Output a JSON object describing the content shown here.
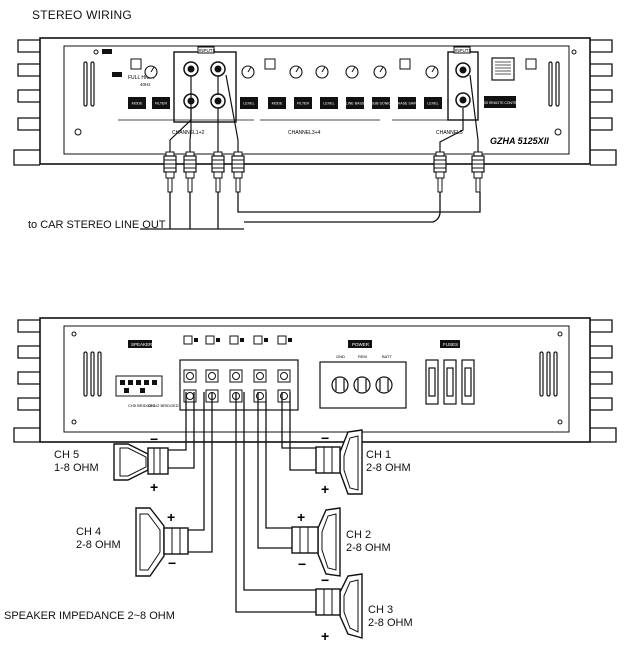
{
  "title": "STEREO WIRING",
  "stereo_label": "to CAR STEREO LINE OUT",
  "impedance_label": "SPEAKER IMPEDANCE 2~8 OHM",
  "amp_top": {
    "inputs_a": "INPUTS",
    "inputs_b": "INPUTS",
    "model": "GZHA 5125XII",
    "channel_12": "CHANNEL1+2",
    "channel_34": "CHANNEL3+4",
    "channel_5": "CHANNEL5",
    "buttons": [
      "MODE",
      "FILTER",
      "LEVEL",
      "MODE",
      "FILTER",
      "LEVEL",
      "LINE BASS",
      "SUB SONIC",
      "PHASE SHIFT",
      "LEVEL"
    ],
    "bass_remote": "BASS REMOTE CONTROL",
    "mode_switch": "FULL HIGH",
    "freq_label": "40Hz"
  },
  "amp_bottom": {
    "speaker": "SPEAKER",
    "power": "POWER",
    "fuses": "FUSES",
    "power_terms": [
      "GND",
      "REM",
      "BATT"
    ],
    "left_terms": [
      "CH5 BRIDGED",
      "CH1/2 BRIDGED"
    ]
  },
  "speakers": [
    {
      "name": "CH 5",
      "ohm": "1-8 OHM"
    },
    {
      "name": "CH 1",
      "ohm": "2-8 OHM"
    },
    {
      "name": "CH 4",
      "ohm": "2-8 OHM"
    },
    {
      "name": "CH 2",
      "ohm": "2-8 OHM"
    },
    {
      "name": "CH 3",
      "ohm": "2-8 OHM"
    }
  ],
  "polarity": {
    "plus": "+",
    "minus": "−"
  }
}
